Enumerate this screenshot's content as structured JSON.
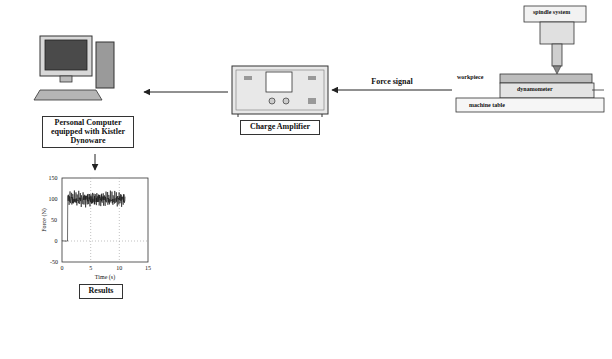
{
  "diagram": {
    "nodes": [
      {
        "text": [
          "Charge Amplifier"
        ]
      },
      {
        "text": [
          "spindle system",
          "workpiece",
          "machine table",
          "dynamometer"
        ]
      },
      {
        "text": [
          "Personal Computer equipped with Kistler Dynoware"
        ]
      },
      {
        "text": [
          "Results"
        ]
      }
    ],
    "edges": [
      {
        "from": 1,
        "to": 0,
        "label": "Force signal",
        "arrow": "to"
      },
      {
        "from": 0,
        "to": 2,
        "arrow": "to"
      },
      {
        "from": 2,
        "to": 3,
        "arrow": "to"
      }
    ],
    "labels": [
      "Force (N)",
      "150",
      "100",
      "50",
      "0",
      "-50",
      "0",
      "5",
      "10",
      "15",
      "Time (s)"
    ]
  }
}
